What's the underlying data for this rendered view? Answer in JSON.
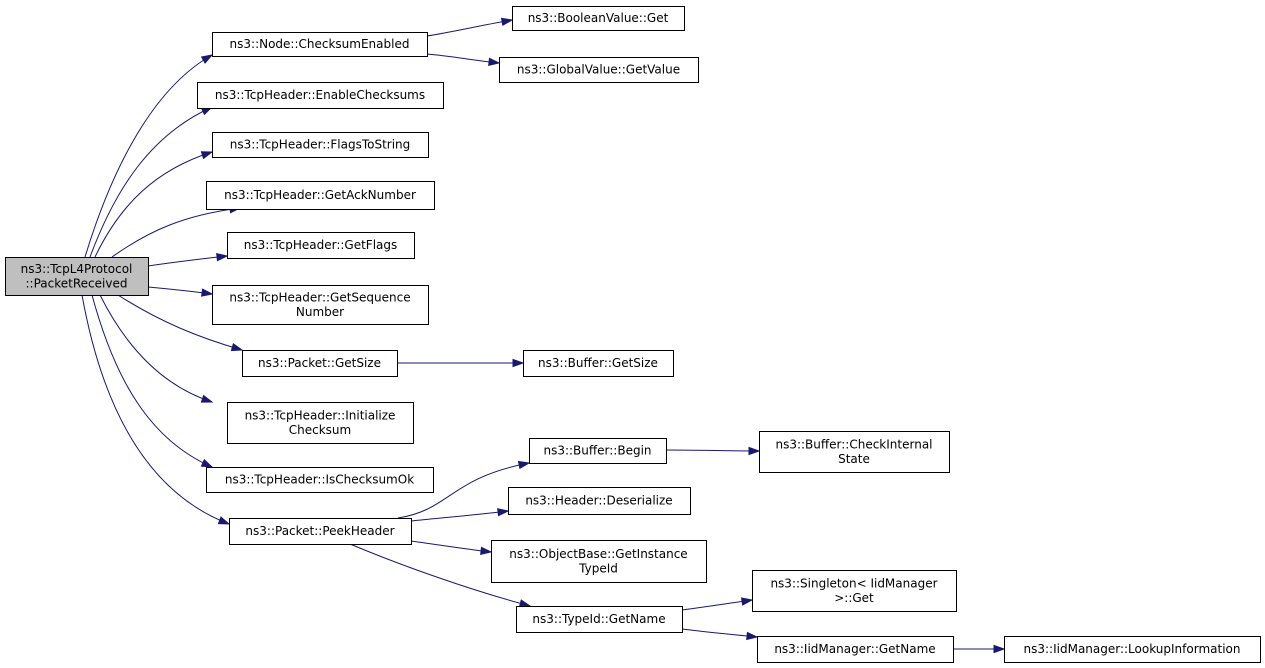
{
  "graph": {
    "colors": {
      "edge": "#191970",
      "root_fill": "#bfbfbf",
      "node_fill": "#ffffff",
      "node_border": "#000000"
    },
    "nodes": [
      {
        "id": "root",
        "lines": [
          "ns3::TcpL4Protocol",
          "::PacketReceived"
        ],
        "root": true
      },
      {
        "id": "checksumenabled",
        "lines": [
          "ns3::Node::ChecksumEnabled"
        ]
      },
      {
        "id": "booleanget",
        "lines": [
          "ns3::BooleanValue::Get"
        ]
      },
      {
        "id": "globalgetvalue",
        "lines": [
          "ns3::GlobalValue::GetValue"
        ]
      },
      {
        "id": "enablechecksums",
        "lines": [
          "ns3::TcpHeader::EnableChecksums"
        ]
      },
      {
        "id": "flagstostring",
        "lines": [
          "ns3::TcpHeader::FlagsToString"
        ]
      },
      {
        "id": "getacknumber",
        "lines": [
          "ns3::TcpHeader::GetAckNumber"
        ]
      },
      {
        "id": "getflags",
        "lines": [
          "ns3::TcpHeader::GetFlags"
        ]
      },
      {
        "id": "getsequencenumber",
        "lines": [
          "ns3::TcpHeader::GetSequence",
          "Number"
        ]
      },
      {
        "id": "packetgetsize",
        "lines": [
          "ns3::Packet::GetSize"
        ]
      },
      {
        "id": "buffergetsize",
        "lines": [
          "ns3::Buffer::GetSize"
        ]
      },
      {
        "id": "initializechecksum",
        "lines": [
          "ns3::TcpHeader::Initialize",
          "Checksum"
        ]
      },
      {
        "id": "ischecksumok",
        "lines": [
          "ns3::TcpHeader::IsChecksumOk"
        ]
      },
      {
        "id": "peekheader",
        "lines": [
          "ns3::Packet::PeekHeader"
        ]
      },
      {
        "id": "bufferbegin",
        "lines": [
          "ns3::Buffer::Begin"
        ]
      },
      {
        "id": "checkinternalstate",
        "lines": [
          "ns3::Buffer::CheckInternal",
          "State"
        ]
      },
      {
        "id": "deserialize",
        "lines": [
          "ns3::Header::Deserialize"
        ]
      },
      {
        "id": "getinstancetypeid",
        "lines": [
          "ns3::ObjectBase::GetInstance",
          "TypeId"
        ]
      },
      {
        "id": "typeidgetname",
        "lines": [
          "ns3::TypeId::GetName"
        ]
      },
      {
        "id": "singletonget",
        "lines": [
          "ns3::Singleton< IidManager",
          ">::Get"
        ]
      },
      {
        "id": "iidgetname",
        "lines": [
          "ns3::IidManager::GetName"
        ]
      },
      {
        "id": "lookupinformation",
        "lines": [
          "ns3::IidManager::LookupInformation"
        ]
      }
    ],
    "edges": [
      {
        "from": "root",
        "to": "checksumenabled"
      },
      {
        "from": "root",
        "to": "enablechecksums"
      },
      {
        "from": "root",
        "to": "flagstostring"
      },
      {
        "from": "root",
        "to": "getacknumber"
      },
      {
        "from": "root",
        "to": "getflags"
      },
      {
        "from": "root",
        "to": "getsequencenumber"
      },
      {
        "from": "root",
        "to": "packetgetsize"
      },
      {
        "from": "root",
        "to": "initializechecksum"
      },
      {
        "from": "root",
        "to": "ischecksumok"
      },
      {
        "from": "root",
        "to": "peekheader"
      },
      {
        "from": "checksumenabled",
        "to": "booleanget"
      },
      {
        "from": "checksumenabled",
        "to": "globalgetvalue"
      },
      {
        "from": "packetgetsize",
        "to": "buffergetsize"
      },
      {
        "from": "peekheader",
        "to": "bufferbegin"
      },
      {
        "from": "peekheader",
        "to": "deserialize"
      },
      {
        "from": "peekheader",
        "to": "getinstancetypeid"
      },
      {
        "from": "peekheader",
        "to": "typeidgetname"
      },
      {
        "from": "bufferbegin",
        "to": "checkinternalstate"
      },
      {
        "from": "typeidgetname",
        "to": "singletonget"
      },
      {
        "from": "typeidgetname",
        "to": "iidgetname"
      },
      {
        "from": "iidgetname",
        "to": "lookupinformation"
      }
    ]
  }
}
